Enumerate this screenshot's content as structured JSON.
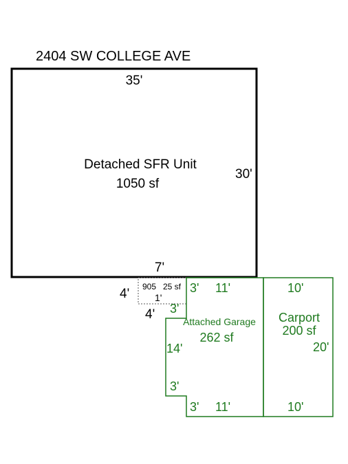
{
  "address": "2404 SW COLLEGE AVE",
  "colors": {
    "house": "#000000",
    "garage": "#1f7a1f",
    "small_area": "#555555"
  },
  "house": {
    "name": "Detached SFR Unit",
    "area": "1050 sf",
    "width_label": "35'",
    "height_label": "30'",
    "bottom_label": "7'"
  },
  "small_area": {
    "code": "905",
    "area": "25 sf",
    "left_label": "4'",
    "bottom_label": "4'",
    "inner_label": "1'"
  },
  "garage": {
    "name": "Attached Garage",
    "area": "262 sf",
    "top_left_label": "3'",
    "top_label": "11'",
    "step_label": "3'",
    "left_label": "14'",
    "lower_step_label": "3'",
    "bottom_left_label": "3'",
    "bottom_label": "11'"
  },
  "carport": {
    "name": "Carport",
    "area": "200 sf",
    "top_label": "10'",
    "right_label": "20'",
    "bottom_label": "10'"
  }
}
